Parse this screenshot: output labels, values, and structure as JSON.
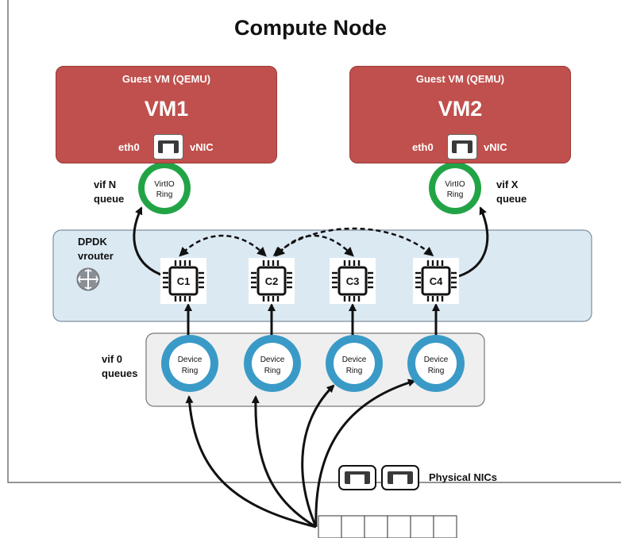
{
  "title": "Compute Node",
  "vms": [
    {
      "subtitle": "Guest VM (QEMU)",
      "name": "VM1",
      "eth_label": "eth0",
      "vnic_label": "vNIC",
      "ring_line1": "VirtIO",
      "ring_line2": "Ring",
      "vif_label_line1": "vif N",
      "vif_label_line2": "queue"
    },
    {
      "subtitle": "Guest VM (QEMU)",
      "name": "VM2",
      "eth_label": "eth0",
      "vnic_label": "vNIC",
      "ring_line1": "VirtIO",
      "ring_line2": "Ring",
      "vif_label_line1": "vif X",
      "vif_label_line2": "queue"
    }
  ],
  "vrouter": {
    "label_line1": "DPDK",
    "label_line2": "vrouter",
    "icon": "router-icon"
  },
  "cores": [
    "C1",
    "C2",
    "C3",
    "C4"
  ],
  "device_rings": {
    "label_line1": "vif 0",
    "label_line2": "queues",
    "rings": [
      {
        "line1": "Device",
        "line2": "Ring"
      },
      {
        "line1": "Device",
        "line2": "Ring"
      },
      {
        "line1": "Device",
        "line2": "Ring"
      },
      {
        "line1": "Device",
        "line2": "Ring"
      }
    ]
  },
  "physical_nics": {
    "label": "Physical NICs",
    "count": 2
  },
  "packet_queue": {
    "cells": 6
  },
  "colors": {
    "vm_fill": "#c0504d",
    "virtio_ring": "#22a446",
    "device_ring": "#3a9ac7",
    "vrouter_fill": "#dbe9f3",
    "vif_box_fill": "#efefef"
  }
}
